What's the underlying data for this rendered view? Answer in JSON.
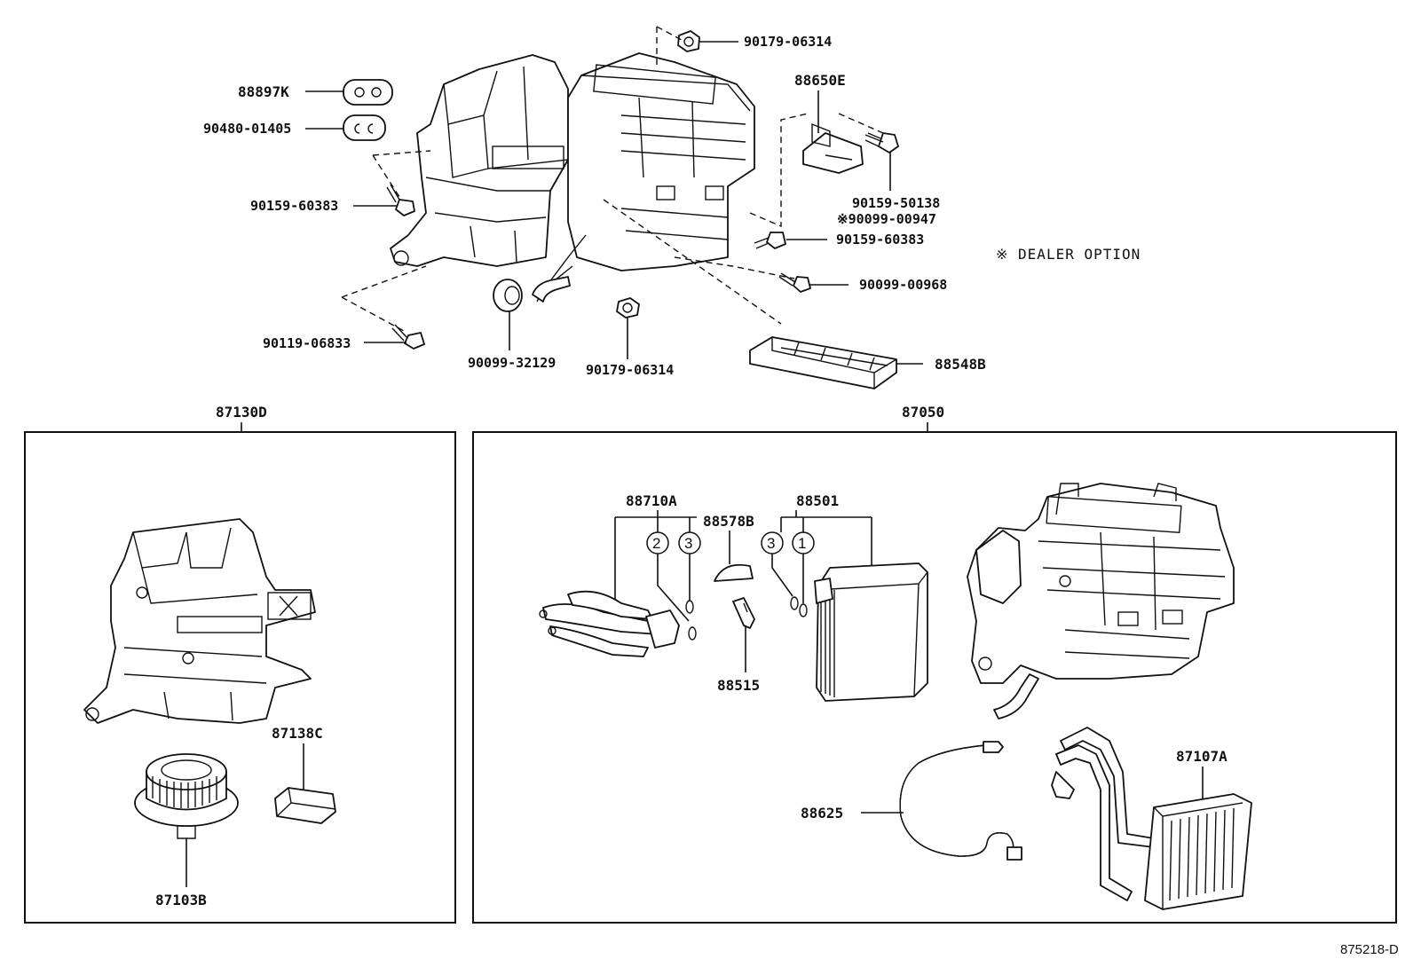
{
  "labels": {
    "p88897K": "88897K",
    "p90480_01405": "90480-01405",
    "p90159_60383_a": "90159-60383",
    "p90119_06833": "90119-06833",
    "p90099_32129": "90099-32129",
    "p90179_06314_a": "90179-06314",
    "p90179_06314_b": "90179-06314",
    "p88650E": "88650E",
    "p90159_50138": "90159-50138",
    "p90099_00947": "※90099-00947",
    "p90159_60383_b": "90159-60383",
    "p90099_00968": "90099-00968",
    "p88548B": "88548B",
    "p87130D": "87130D",
    "p87050": "87050",
    "p87138C": "87138C",
    "p87103B": "87103B",
    "p88710A": "88710A",
    "p88578B": "88578B",
    "p88501": "88501",
    "p88515": "88515",
    "p88625": "88625",
    "p87107A": "87107A"
  },
  "callouts": {
    "c2": "2",
    "c3a": "3",
    "c3b": "3",
    "c1": "1"
  },
  "note": "※ DEALER OPTION",
  "reference": "875218-D"
}
